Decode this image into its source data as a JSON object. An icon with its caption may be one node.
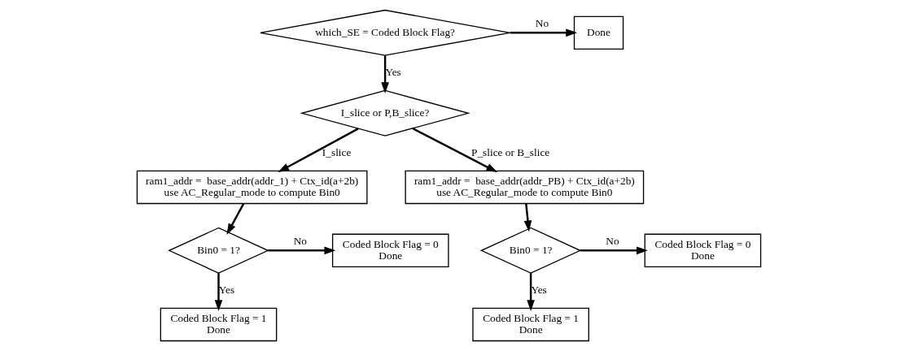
{
  "diagram": {
    "nodes": [
      {
        "text": [
          "which_SE = Coded Block Flag?"
        ]
      },
      {
        "text": [
          "Done"
        ]
      },
      {
        "text": [
          "I_slice or P,B_slice?"
        ]
      },
      {
        "text": [
          "ram1_addr =  base_addr(addr_1) + Ctx_id(a+2b)",
          "use AC_Regular_mode to compute Bin0"
        ]
      },
      {
        "text": [
          "ram1_addr =  base_addr(addr_PB) + Ctx_id(a+2b)",
          "use AC_Regular_mode to compute Bin0"
        ]
      },
      {
        "text": [
          "Bin0 = 1?"
        ]
      },
      {
        "text": [
          "Coded Block Flag = 0",
          "Done"
        ]
      },
      {
        "text": [
          "Coded Block Flag = 1",
          "Done"
        ]
      },
      {
        "text": [
          "Bin0 = 1?"
        ]
      },
      {
        "text": [
          "Coded Block Flag = 0",
          "Done"
        ]
      },
      {
        "text": [
          "Coded Block Flag = 1",
          "Done"
        ]
      }
    ],
    "edges": [
      {
        "from": 0,
        "to": 1,
        "arrow": "to",
        "label": "No"
      },
      {
        "from": 0,
        "to": 2,
        "arrow": "to",
        "label": "Yes"
      },
      {
        "from": 2,
        "to": 3,
        "arrow": "to",
        "label": "I_slice"
      },
      {
        "from": 2,
        "to": 4,
        "arrow": "to",
        "label": "P_slice or B_slice"
      },
      {
        "from": 3,
        "to": 5,
        "arrow": "to"
      },
      {
        "from": 5,
        "to": 6,
        "arrow": "to",
        "label": "No"
      },
      {
        "from": 5,
        "to": 7,
        "arrow": "to",
        "label": "Yes"
      },
      {
        "from": 4,
        "to": 8,
        "arrow": "to"
      },
      {
        "from": 8,
        "to": 9,
        "arrow": "to",
        "label": "No"
      },
      {
        "from": 8,
        "to": 10,
        "arrow": "to",
        "label": "Yes"
      }
    ]
  }
}
